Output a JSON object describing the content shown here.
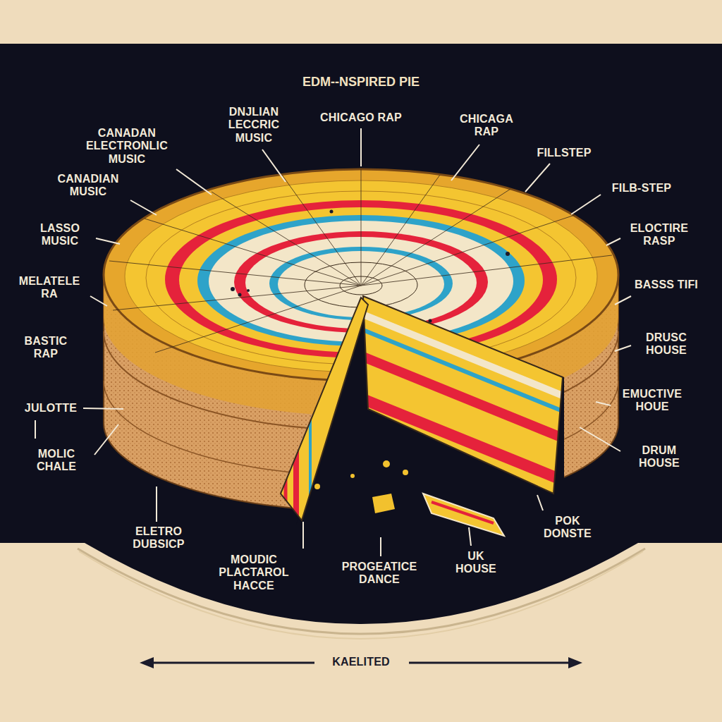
{
  "diagram": {
    "title": "EDM--NSPIRED PIE",
    "labels": [
      "CHICAGO RAP",
      "CHICAGA RAP",
      "DNJLIAN LECCRIC MUSIC",
      "CANADAN ELECTRONLIC MUSIC",
      "FILLSTEP",
      "CANADIAN MUSIC",
      "FILB-STEP",
      "LASSO MUSIC",
      "ELOCTIRE RASP",
      "MELATELE RA",
      "BASSS TIFI",
      "DRUSC HOUSE",
      "BASTIC RAP",
      "EMUCTIVE HOUE",
      "JULOTTE",
      "MOLIC CHALE",
      "DRUM HOUSE",
      "POK DONSTE",
      "ELETRO DUBSICP",
      "MOUDIC PLACTAROL HACCE",
      "UK HOUSE",
      "PROGEATICE DANCE",
      "KAELITED"
    ]
  }
}
